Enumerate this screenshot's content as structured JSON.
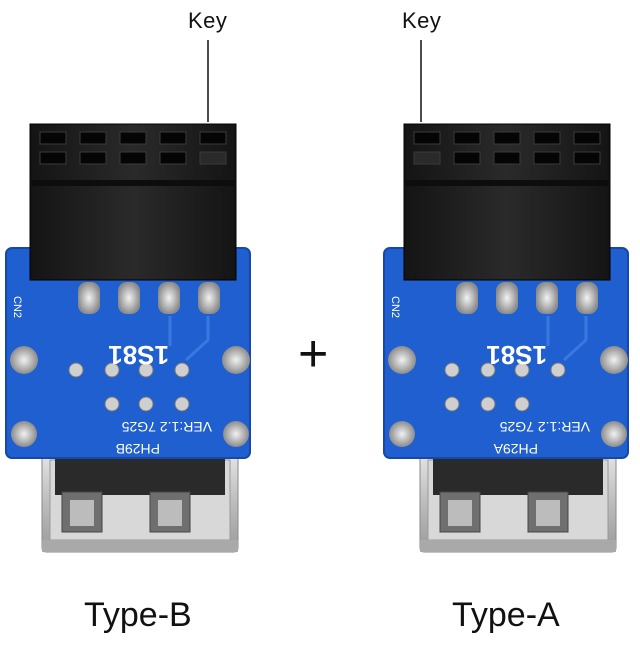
{
  "labels": {
    "key_left": "Key",
    "key_right": "Key",
    "type_left": "Type-B",
    "type_right": "Type-A",
    "plus": "+"
  },
  "boards": {
    "left": {
      "connector": "CN2",
      "pcb_number": "1S81",
      "version": "VER:1.2  7G25",
      "model": "PH29B"
    },
    "right": {
      "connector": "CN2",
      "pcb_number": "1S81",
      "version": "VER:1.2  7G25",
      "model": "PH29A"
    }
  },
  "colors": {
    "pcb_blue": "#1f5fd0",
    "header_black": "#1c1c1c",
    "silkscreen": "#ffffff",
    "usb_metal": "#c9c9c9"
  }
}
